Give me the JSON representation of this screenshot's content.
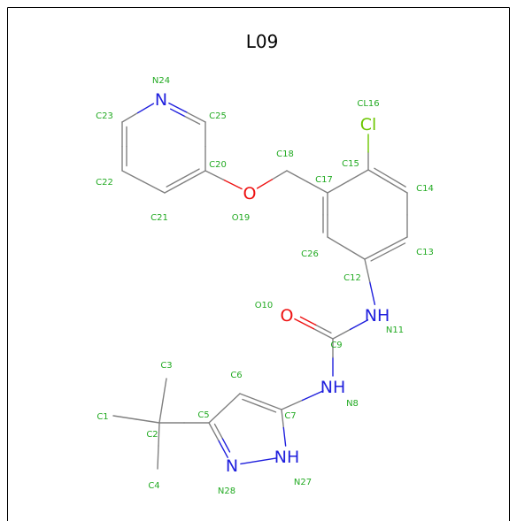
{
  "title": "L09",
  "colors": {
    "bond": "#808080",
    "index_label": "#22aa22",
    "N": "#1f1fdd",
    "O": "#ee1111",
    "Cl": "#6cc600",
    "frame": "#000000"
  },
  "atoms": [
    {
      "id": "C1",
      "element": "C",
      "label": "C1"
    },
    {
      "id": "C2",
      "element": "C",
      "label": "C2"
    },
    {
      "id": "C3",
      "element": "C",
      "label": "C3"
    },
    {
      "id": "C4",
      "element": "C",
      "label": "C4"
    },
    {
      "id": "C5",
      "element": "C",
      "label": "C5"
    },
    {
      "id": "C6",
      "element": "C",
      "label": "C6"
    },
    {
      "id": "C7",
      "element": "C",
      "label": "C7"
    },
    {
      "id": "N8",
      "element": "N",
      "label": "N8",
      "symbol": "NH"
    },
    {
      "id": "C9",
      "element": "C",
      "label": "C9"
    },
    {
      "id": "O10",
      "element": "O",
      "label": "O10",
      "symbol": "O"
    },
    {
      "id": "N11",
      "element": "N",
      "label": "N11",
      "symbol": "NH"
    },
    {
      "id": "C12",
      "element": "C",
      "label": "C12"
    },
    {
      "id": "C13",
      "element": "C",
      "label": "C13"
    },
    {
      "id": "C14",
      "element": "C",
      "label": "C14"
    },
    {
      "id": "C15",
      "element": "C",
      "label": "C15"
    },
    {
      "id": "CL16",
      "element": "Cl",
      "label": "CL16",
      "symbol": "Cl"
    },
    {
      "id": "C17",
      "element": "C",
      "label": "C17"
    },
    {
      "id": "C18",
      "element": "C",
      "label": "C18"
    },
    {
      "id": "O19",
      "element": "O",
      "label": "O19",
      "symbol": "O"
    },
    {
      "id": "C20",
      "element": "C",
      "label": "C20"
    },
    {
      "id": "C21",
      "element": "C",
      "label": "C21"
    },
    {
      "id": "C22",
      "element": "C",
      "label": "C22"
    },
    {
      "id": "C23",
      "element": "C",
      "label": "C23"
    },
    {
      "id": "N24",
      "element": "N",
      "label": "N24",
      "symbol": "N"
    },
    {
      "id": "C25",
      "element": "C",
      "label": "C25"
    },
    {
      "id": "C26",
      "element": "C",
      "label": "C26"
    },
    {
      "id": "N27",
      "element": "N",
      "label": "N27",
      "symbol": "NH"
    },
    {
      "id": "N28",
      "element": "N",
      "label": "N28",
      "symbol": "N"
    }
  ],
  "bonds": [
    {
      "a": "C1",
      "b": "C2",
      "order": 1
    },
    {
      "a": "C2",
      "b": "C3",
      "order": 1
    },
    {
      "a": "C2",
      "b": "C4",
      "order": 1
    },
    {
      "a": "C2",
      "b": "C5",
      "order": 1
    },
    {
      "a": "C5",
      "b": "C6",
      "order": 1
    },
    {
      "a": "C6",
      "b": "C7",
      "order": 2
    },
    {
      "a": "C7",
      "b": "N27",
      "order": 1
    },
    {
      "a": "N27",
      "b": "N28",
      "order": 1
    },
    {
      "a": "N28",
      "b": "C5",
      "order": 2
    },
    {
      "a": "C7",
      "b": "N8",
      "order": 1
    },
    {
      "a": "N8",
      "b": "C9",
      "order": 1
    },
    {
      "a": "C9",
      "b": "O10",
      "order": 2
    },
    {
      "a": "C9",
      "b": "N11",
      "order": 1
    },
    {
      "a": "N11",
      "b": "C12",
      "order": 1
    },
    {
      "a": "C12",
      "b": "C13",
      "order": 2
    },
    {
      "a": "C13",
      "b": "C14",
      "order": 1
    },
    {
      "a": "C14",
      "b": "C15",
      "order": 2
    },
    {
      "a": "C15",
      "b": "C17",
      "order": 1
    },
    {
      "a": "C17",
      "b": "C26",
      "order": 2
    },
    {
      "a": "C26",
      "b": "C12",
      "order": 1
    },
    {
      "a": "C15",
      "b": "CL16",
      "order": 1
    },
    {
      "a": "C17",
      "b": "C18",
      "order": 1
    },
    {
      "a": "C18",
      "b": "O19",
      "order": 1
    },
    {
      "a": "O19",
      "b": "C20",
      "order": 1
    },
    {
      "a": "C20",
      "b": "C21",
      "order": 2
    },
    {
      "a": "C21",
      "b": "C22",
      "order": 1
    },
    {
      "a": "C22",
      "b": "C23",
      "order": 2
    },
    {
      "a": "C23",
      "b": "N24",
      "order": 1
    },
    {
      "a": "N24",
      "b": "C25",
      "order": 2
    },
    {
      "a": "C25",
      "b": "C20",
      "order": 1
    }
  ]
}
